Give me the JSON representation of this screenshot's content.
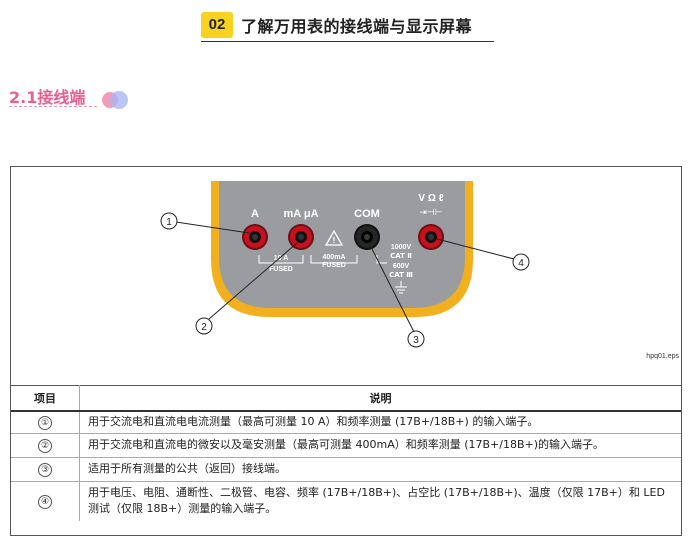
{
  "header": {
    "badge": "02",
    "title": "了解万用表的接线端与显示屏幕"
  },
  "section": {
    "title": "2.1接线端"
  },
  "figure": {
    "terminals": [
      {
        "label": "A",
        "callout": "1"
      },
      {
        "label": "mA μA",
        "callout": "2"
      },
      {
        "label": "COM",
        "callout": "3"
      },
      {
        "label": "V Ω ℓ",
        "callout": "4"
      }
    ],
    "warning_text": "400mA",
    "fused_text": "FUSED",
    "left_fused_a": "10 A",
    "left_fused_b": "FUSED",
    "rating_1": "1000V",
    "rating_2": "CAT Ⅱ",
    "rating_3": "600V",
    "rating_4": "CAT Ⅲ",
    "symbols": "⇥⊣⊢",
    "file_label": "hpq01.eps"
  },
  "table": {
    "headers": [
      "项目",
      "说明"
    ],
    "rows": [
      {
        "item": "①",
        "desc": "用于交流电和直流电电流测量（最高可测量 10 A）和频率测量 (17B+/18B+) 的输入端子。"
      },
      {
        "item": "②",
        "desc": "用于交流电和直流电的微安以及毫安测量（最高可测量 400mA）和频率测量 (17B+/18B+)的输入端子。"
      },
      {
        "item": "③",
        "desc": "适用于所有测量的公共（返回）接线端。"
      },
      {
        "item": "④",
        "desc": "用于电压、电阻、通断性、二极管、电容、频率 (17B+/18B+)、占空比 (17B+/18B+)、温度（仅限 17B+）和 LED 测试（仅限 18B+）测量的输入端子。"
      }
    ]
  },
  "colors": {
    "accent": "#f7d21e",
    "section": "#e85f8f",
    "panel": "#9a9ca0",
    "bezel": "#f2b01e",
    "jack": "#c8101e"
  }
}
